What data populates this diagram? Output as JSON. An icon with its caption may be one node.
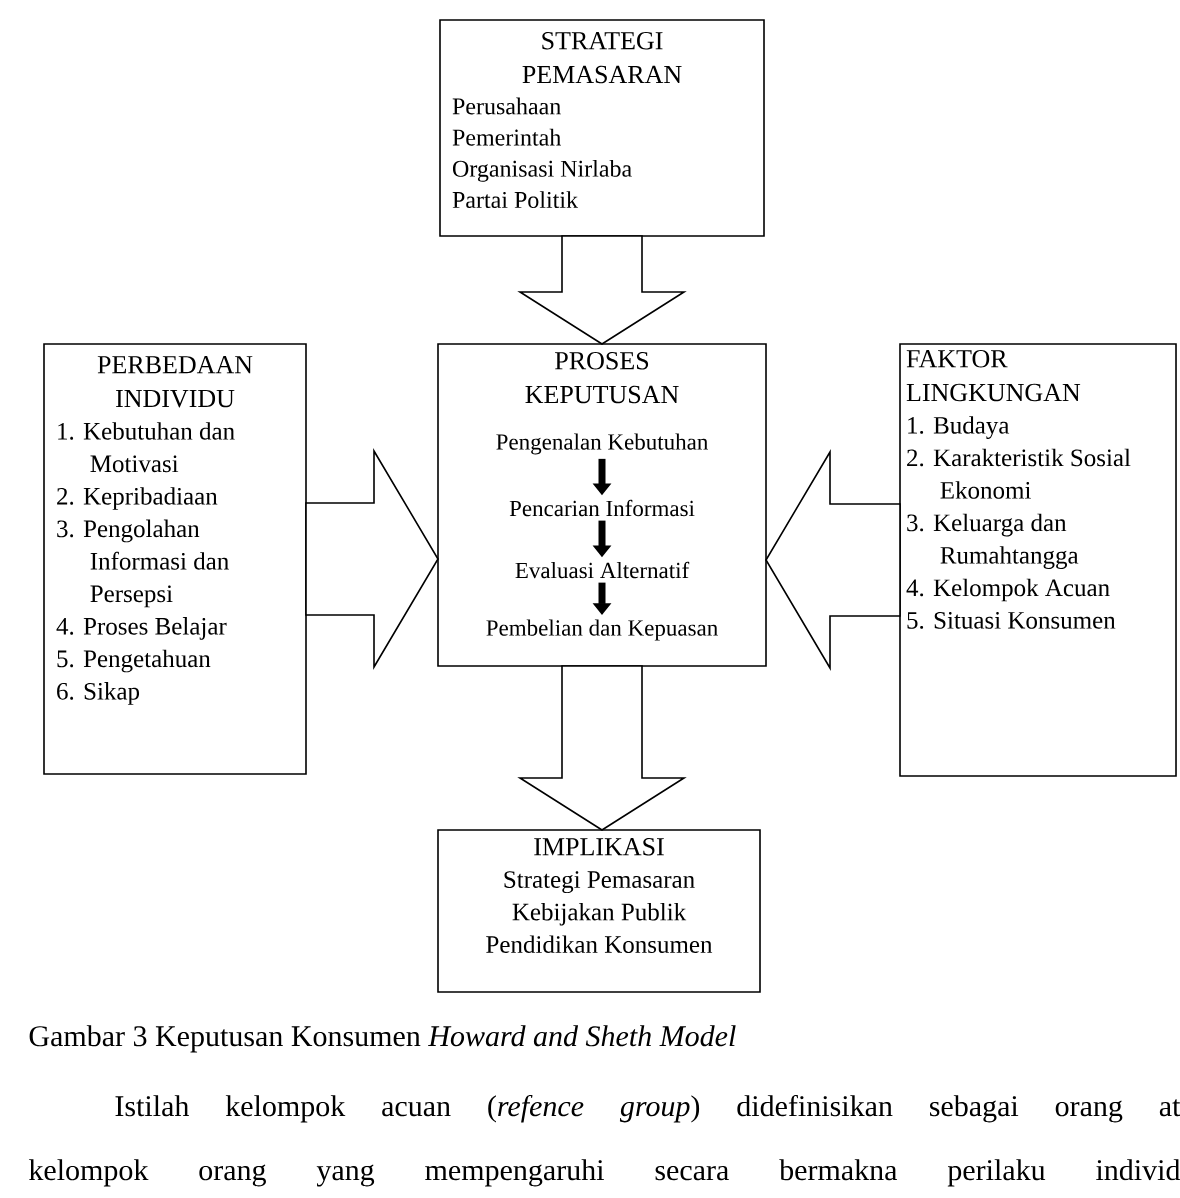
{
  "diagram": {
    "caption": "Gambar 3 Keputusan Konsumen *Howard and Sheth Model*",
    "nodes": [
      {
        "text": [
          "STRATEGI PEMASARAN",
          "Perusahaan",
          "Pemerintah",
          "Organisasi Nirlaba",
          "Partai Politik"
        ]
      },
      {
        "text": [
          "PERBEDAAN INDIVIDU",
          "1. Kebutuhan dan Motivasi",
          "2. Kepribadiaan",
          "3. Pengolahan Informasi dan Persepsi",
          "4. Proses Belajar",
          "5. Pengetahuan",
          "6. Sikap"
        ]
      },
      {
        "text": [
          "PROSES KEPUTUSAN"
        ]
      },
      {
        "text": [
          "FAKTOR LINGKUNGAN",
          "1. Budaya",
          "2. Karakteristik Sosial Ekonomi",
          "3. Keluarga dan Rumahtangga",
          "4. Kelompok Acuan",
          "5. Situasi Konsumen"
        ]
      },
      {
        "text": [
          "IMPLIKASI",
          "Strategi Pemasaran",
          "Kebijakan Publik",
          "Pendidikan Konsumen"
        ]
      },
      {
        "text": [
          "Pengenalan Kebutuhan"
        ],
        "in": 2
      },
      {
        "text": [
          "Pencarian Informasi"
        ],
        "in": 2
      },
      {
        "text": [
          "Evaluasi Alternatif"
        ],
        "in": 2
      },
      {
        "text": [
          "Pembelian dan Kepuasan"
        ],
        "in": 2
      }
    ],
    "edges": [
      {
        "from": 0,
        "to": 2,
        "arrow": "to"
      },
      {
        "from": 1,
        "to": 2,
        "arrow": "to"
      },
      {
        "from": 3,
        "to": 2,
        "arrow": "to"
      },
      {
        "from": 2,
        "to": 4,
        "arrow": "to"
      },
      {
        "from": 5,
        "to": 6,
        "arrow": "to"
      },
      {
        "from": 6,
        "to": 7,
        "arrow": "to"
      },
      {
        "from": 7,
        "to": 8,
        "arrow": "to"
      }
    ],
    "labels": [
      "Istilah kelompok acuan (*refence group*) didefinisikan sebagai orang at",
      "kelompok orang yang mempengaruhi secara bermakna perilaku individ"
    ]
  }
}
